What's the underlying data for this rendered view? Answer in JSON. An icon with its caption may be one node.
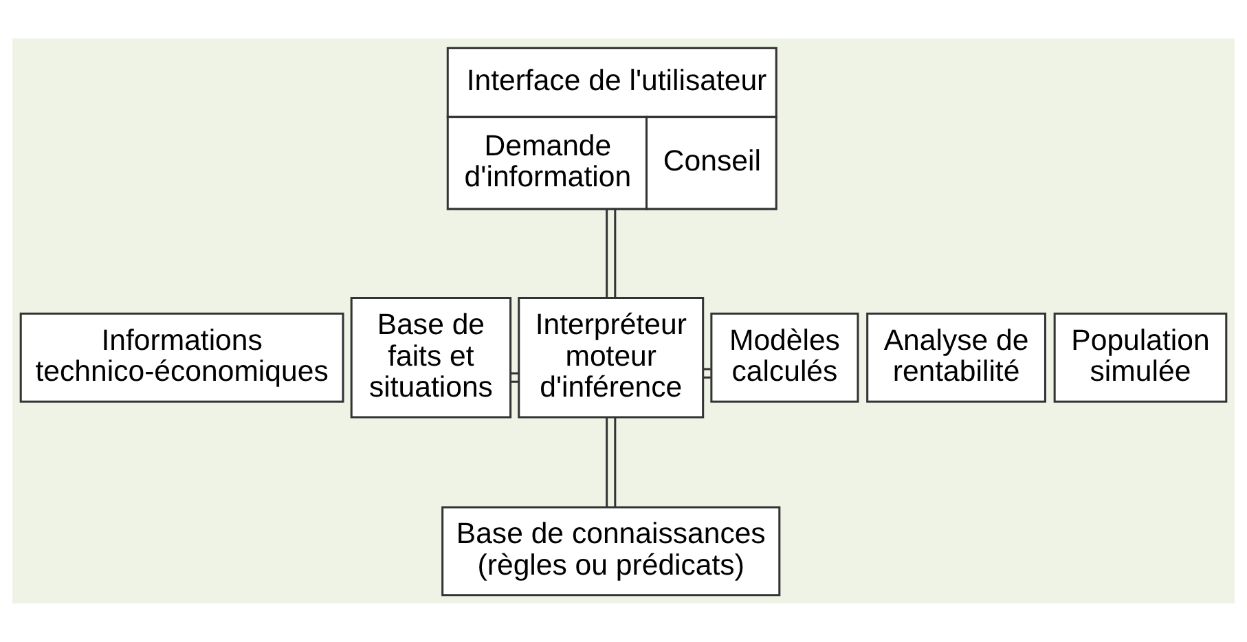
{
  "diagram": {
    "nodes": [
      {
        "text": [
          "Interface de l'utilisateur",
          "Demande d'information",
          "Conseil"
        ]
      },
      {
        "text": [
          "Informations technico-économiques"
        ]
      },
      {
        "text": [
          "Base de faits et situations"
        ]
      },
      {
        "text": [
          "Interpréteur moteur d'inférence"
        ]
      },
      {
        "text": [
          "Modèles calculés"
        ]
      },
      {
        "text": [
          "Analyse de rentabilité"
        ]
      },
      {
        "text": [
          "Population simulée"
        ]
      },
      {
        "text": [
          "Base de connaissances (règles ou prédicats)"
        ]
      }
    ],
    "edges": [
      {
        "from": 0,
        "to": 3,
        "arrow": "none"
      },
      {
        "from": 2,
        "to": 3,
        "arrow": "none"
      },
      {
        "from": 3,
        "to": 4,
        "arrow": "none"
      },
      {
        "from": 3,
        "to": 7,
        "arrow": "none"
      }
    ]
  }
}
